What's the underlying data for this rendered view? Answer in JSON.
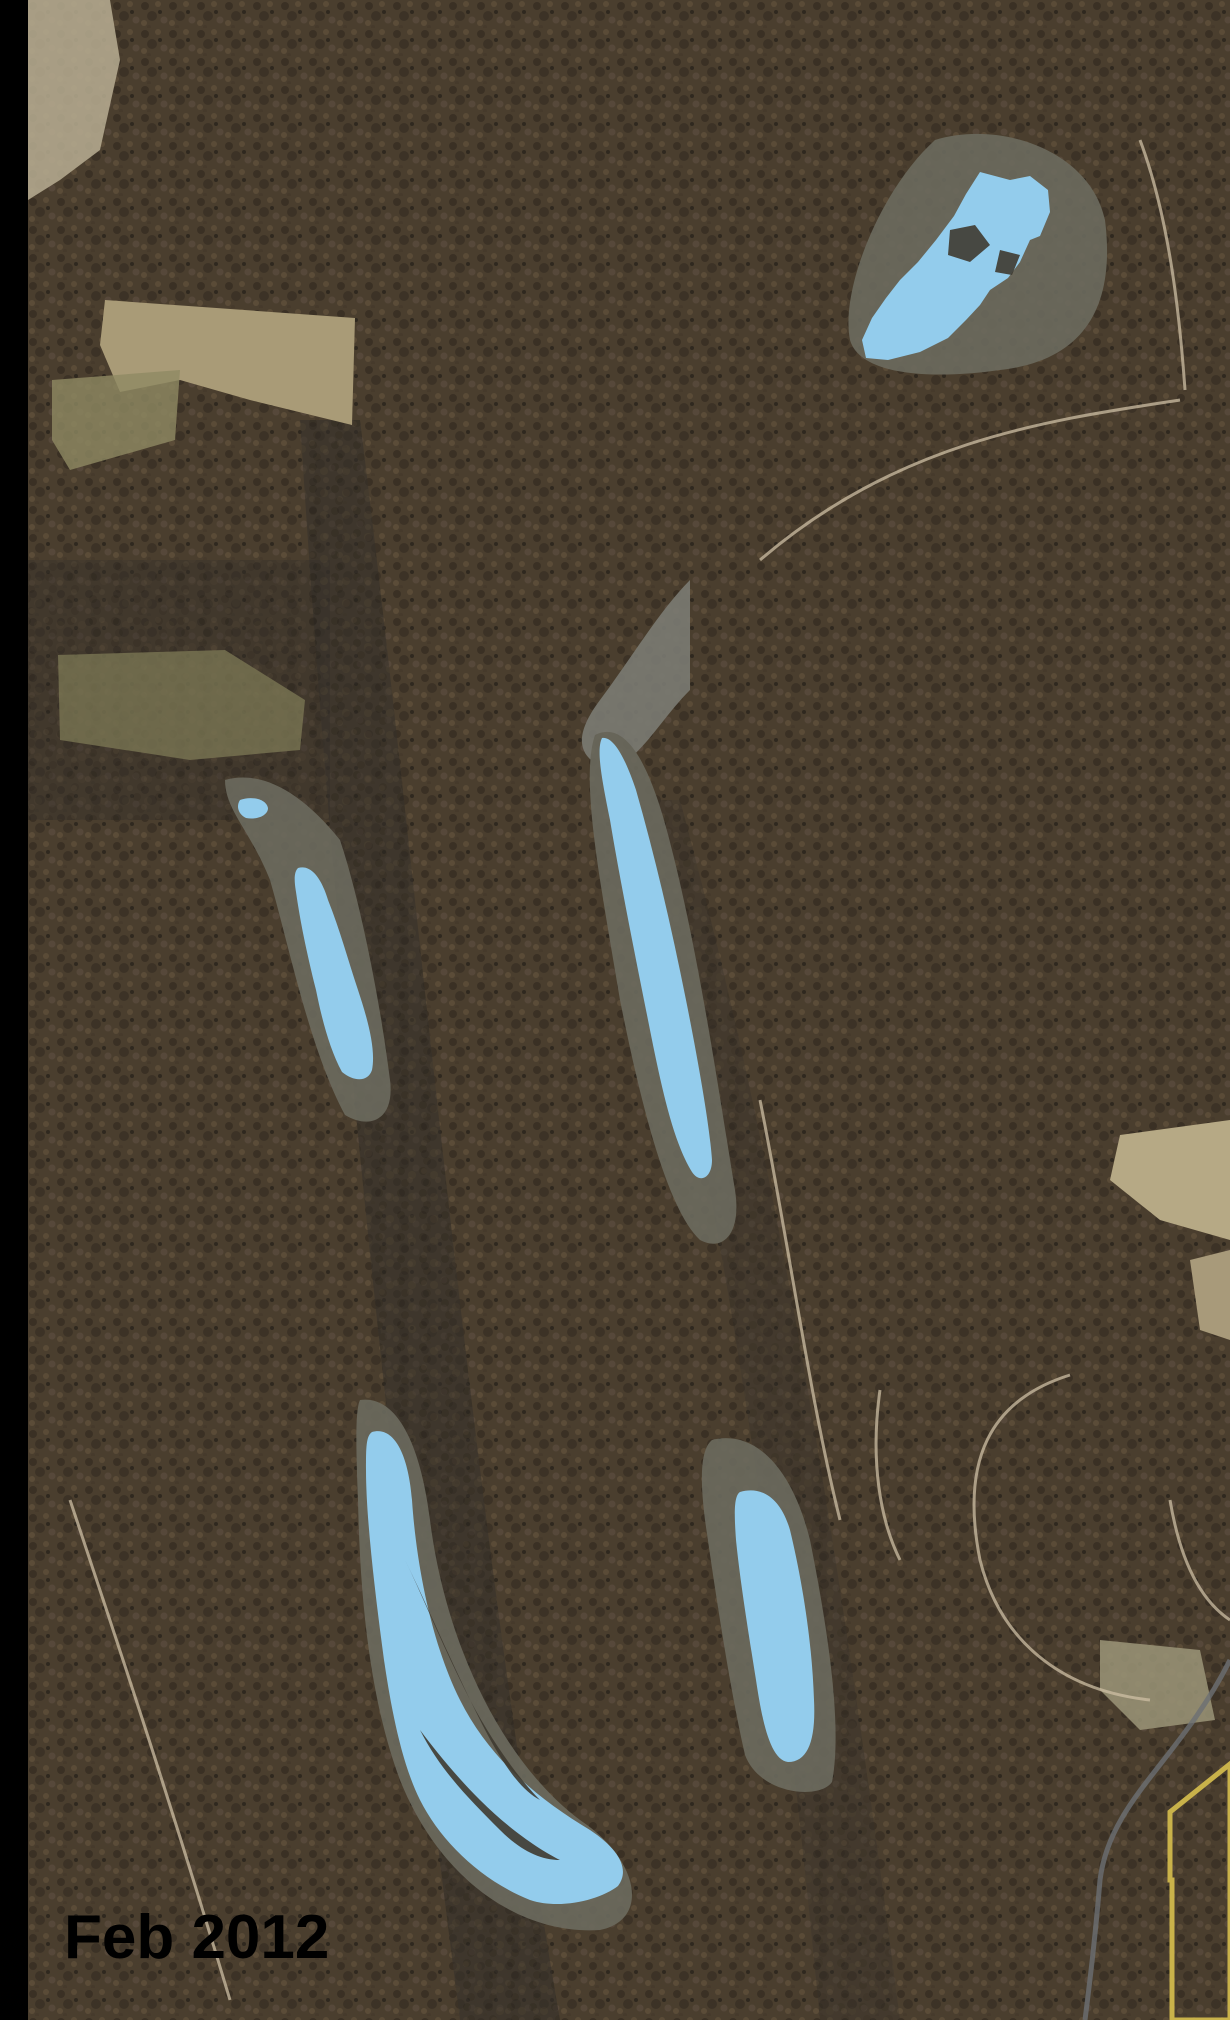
{
  "map": {
    "date_label": "Feb 2012",
    "water_color": "#93ccec",
    "features": [
      "lagoon-north-east",
      "lagoon-west-small",
      "lagoon-west",
      "lagoon-central-long",
      "lagoon-south-west-curved",
      "lagoon-south-central"
    ],
    "icons": [
      "arrow-up-icon"
    ]
  }
}
